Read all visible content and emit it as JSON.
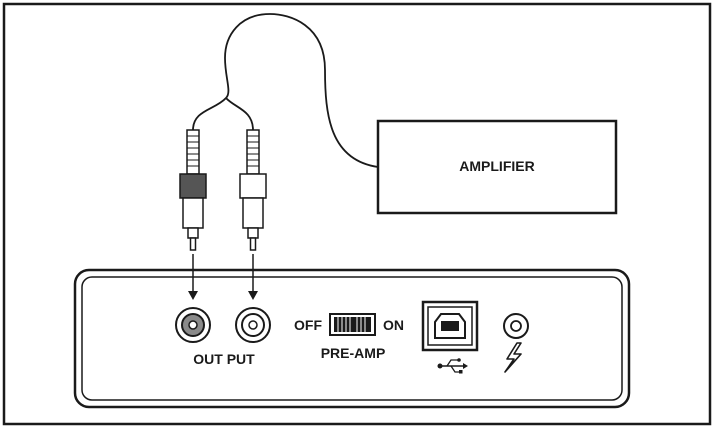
{
  "amplifier": {
    "label": "AMPLIFIER"
  },
  "panel": {
    "output_label": "OUT PUT",
    "switch": {
      "off_label": "OFF",
      "on_label": "ON",
      "name_label": "PRE-AMP",
      "state": "on"
    }
  },
  "icons": [
    "rca-plug-left",
    "rca-plug-right",
    "rca-jack-left",
    "rca-jack-right",
    "usb-b-port",
    "usb-symbol-icon",
    "power-jack",
    "lightning-icon"
  ],
  "colors": {
    "ink": "#1a1a1a",
    "left_plug_fill": "#555555",
    "background": "#ffffff"
  }
}
